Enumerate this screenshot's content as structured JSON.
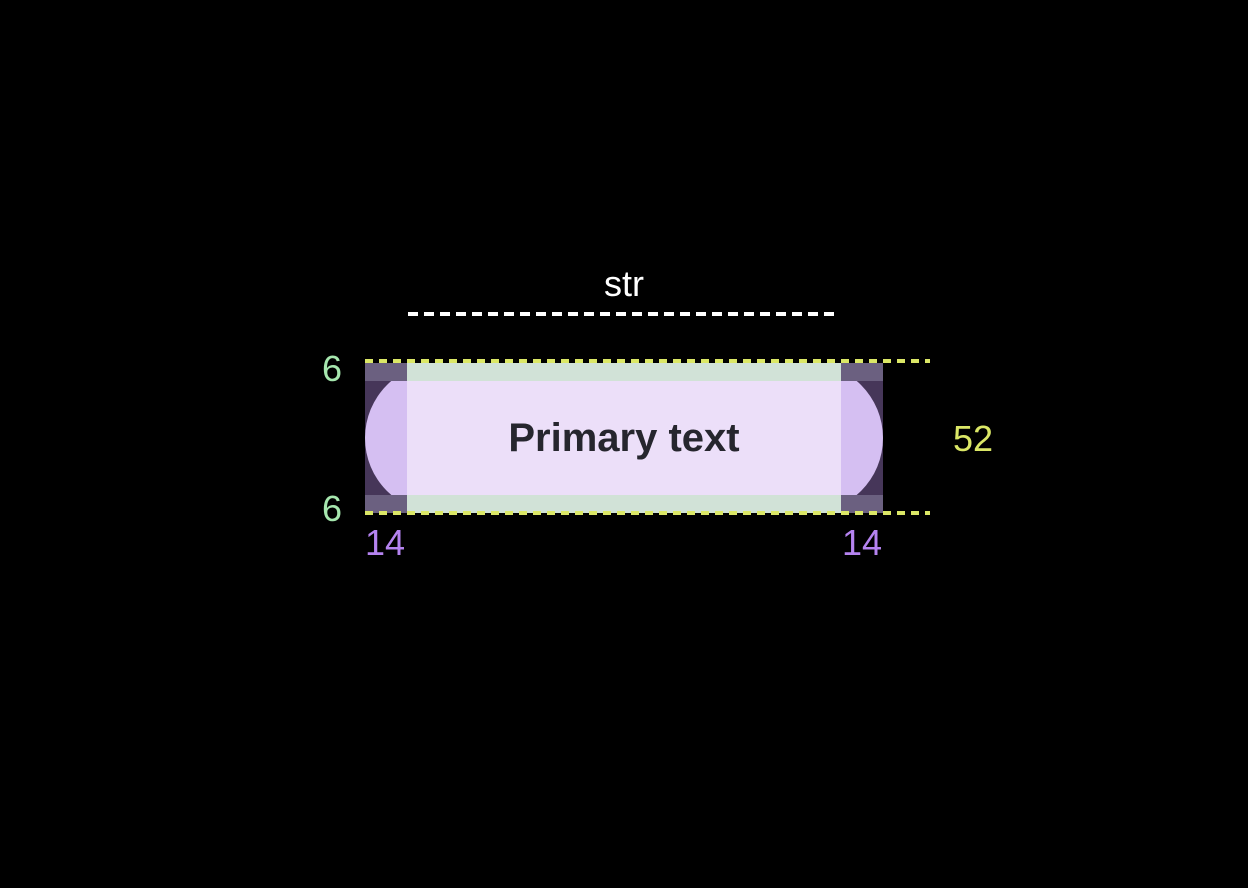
{
  "diagram": {
    "kind": "button-padding-spec",
    "background_color": "#000000",
    "button": {
      "label": "Primary text",
      "text_color": "#26262e",
      "pill_fill_color": "#d5bff2",
      "content_area_color": "#ecdff9",
      "vertical_padding_overlay_color": "#d1e2d7",
      "horizontal_padding_overlay_color": "#463659",
      "corner_overlay_color": "#6b6080"
    },
    "measurements": {
      "string_width": {
        "label": "str",
        "color": "#ffffff"
      },
      "height": {
        "label": "52",
        "color": "#dbe766"
      },
      "padding_top": {
        "label": "6",
        "color": "#a6e7ae"
      },
      "padding_bottom": {
        "label": "6",
        "color": "#a6e7ae"
      },
      "padding_left": {
        "label": "14",
        "color": "#b583f0"
      },
      "padding_right": {
        "label": "14",
        "color": "#b583f0"
      }
    }
  }
}
